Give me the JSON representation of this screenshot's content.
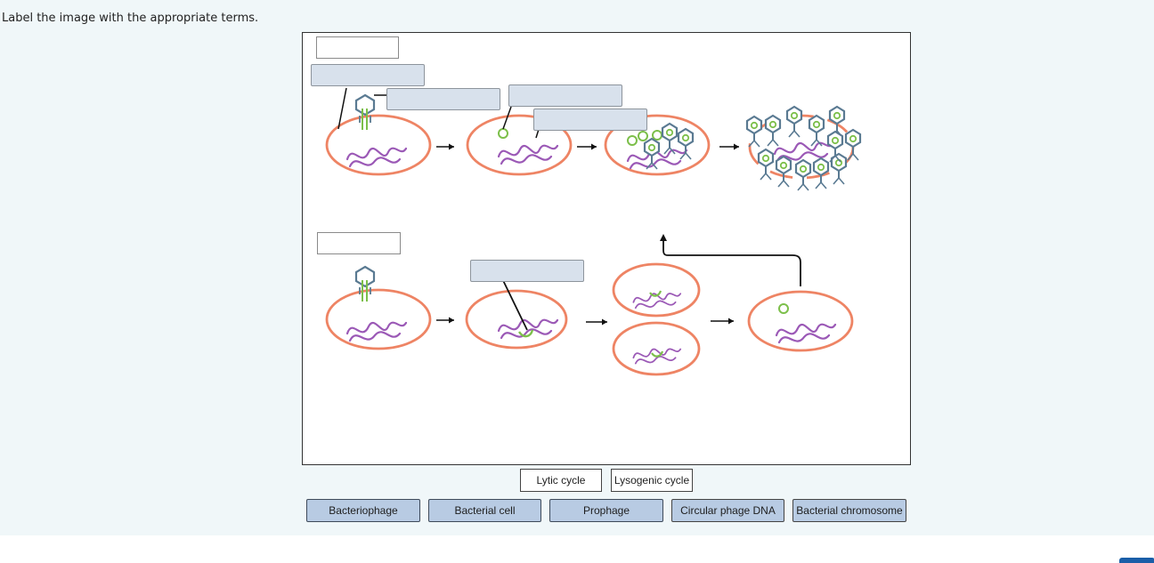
{
  "instruction": "Label the image with the appropriate terms.",
  "colors": {
    "membrane": "#ee8464",
    "chromosome": "#9b59b6",
    "phage_dna": "#7cbf4a",
    "phage": "#5a7a92",
    "dropzone_blue": "#d8e1ec",
    "term_blue": "#b8cbe3",
    "panel_bg": "#f0f7f9"
  },
  "terms": {
    "row1": [
      {
        "label": "Lytic cycle"
      },
      {
        "label": "Lysogenic cycle"
      }
    ],
    "row2": [
      {
        "label": "Bacteriophage"
      },
      {
        "label": "Bacterial cell"
      },
      {
        "label": "Prophage"
      },
      {
        "label": "Circular phage DNA"
      },
      {
        "label": "Bacterial chromosome"
      }
    ]
  }
}
